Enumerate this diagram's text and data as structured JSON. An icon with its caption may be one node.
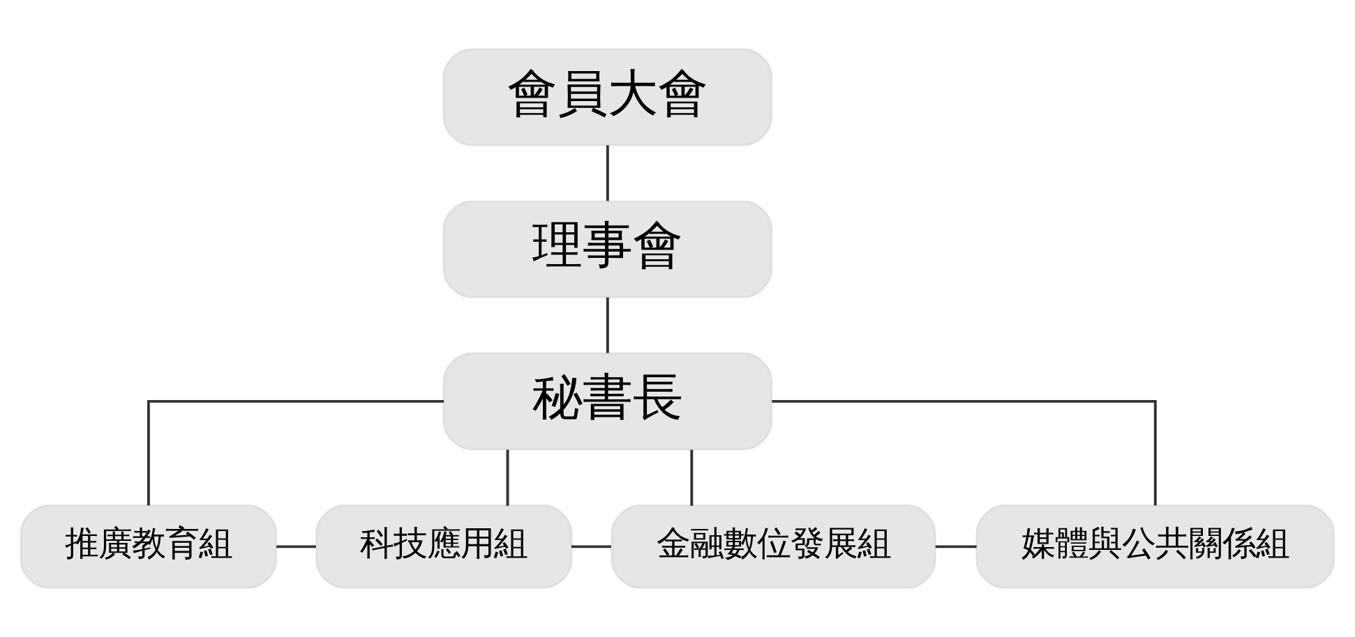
{
  "diagram": {
    "nodes": [
      {
        "text": [
          "會員大會"
        ]
      },
      {
        "text": [
          "理事會"
        ]
      },
      {
        "text": [
          "秘書長"
        ]
      },
      {
        "text": [
          "推廣教育組"
        ]
      },
      {
        "text": [
          "科技應用組"
        ]
      },
      {
        "text": [
          "金融數位發展組"
        ]
      },
      {
        "text": [
          "媒體與公共關係組"
        ]
      }
    ],
    "edges": [
      {
        "from": 0,
        "to": 1,
        "arrow": "none"
      },
      {
        "from": 1,
        "to": 2,
        "arrow": "none"
      },
      {
        "from": 2,
        "to": 3,
        "arrow": "none"
      },
      {
        "from": 2,
        "to": 4,
        "arrow": "none"
      },
      {
        "from": 2,
        "to": 5,
        "arrow": "none"
      },
      {
        "from": 2,
        "to": 6,
        "arrow": "none"
      },
      {
        "from": 3,
        "to": 4,
        "arrow": "none"
      },
      {
        "from": 4,
        "to": 5,
        "arrow": "none"
      },
      {
        "from": 5,
        "to": 6,
        "arrow": "none"
      }
    ]
  }
}
